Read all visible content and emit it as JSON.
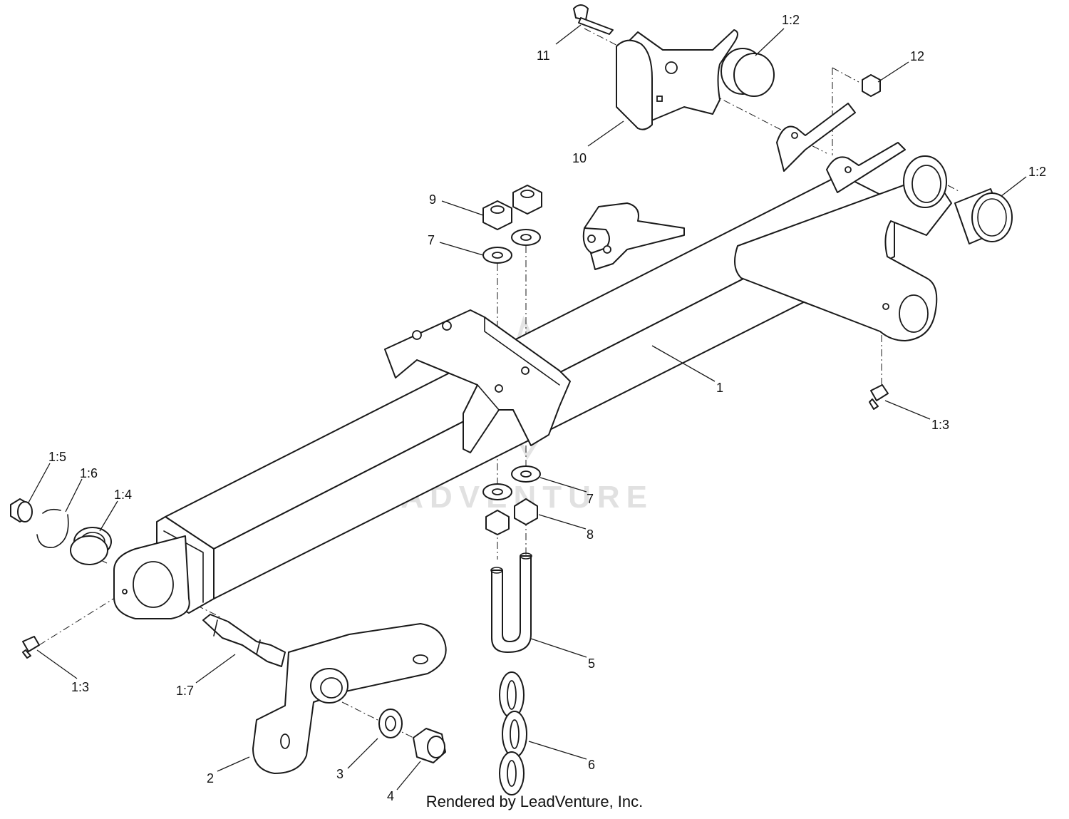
{
  "watermark": {
    "text": "LEADVENTURE"
  },
  "footer": {
    "credit": "Rendered by LeadVenture, Inc."
  },
  "callouts": [
    {
      "id": "c-11",
      "label": "11"
    },
    {
      "id": "c-1-2-top",
      "label": "1:2"
    },
    {
      "id": "c-12",
      "label": "12"
    },
    {
      "id": "c-10",
      "label": "10"
    },
    {
      "id": "c-1-2-right",
      "label": "1:2"
    },
    {
      "id": "c-9",
      "label": "9"
    },
    {
      "id": "c-7-top",
      "label": "7"
    },
    {
      "id": "c-1",
      "label": "1"
    },
    {
      "id": "c-1-3-right",
      "label": "1:3"
    },
    {
      "id": "c-1-5",
      "label": "1:5"
    },
    {
      "id": "c-1-6",
      "label": "1:6"
    },
    {
      "id": "c-1-4",
      "label": "1:4"
    },
    {
      "id": "c-7-bottom",
      "label": "7"
    },
    {
      "id": "c-8",
      "label": "8"
    },
    {
      "id": "c-5",
      "label": "5"
    },
    {
      "id": "c-1-3-left",
      "label": "1:3"
    },
    {
      "id": "c-1-7",
      "label": "1:7"
    },
    {
      "id": "c-6",
      "label": "6"
    },
    {
      "id": "c-2",
      "label": "2"
    },
    {
      "id": "c-3",
      "label": "3"
    },
    {
      "id": "c-4",
      "label": "4"
    }
  ]
}
